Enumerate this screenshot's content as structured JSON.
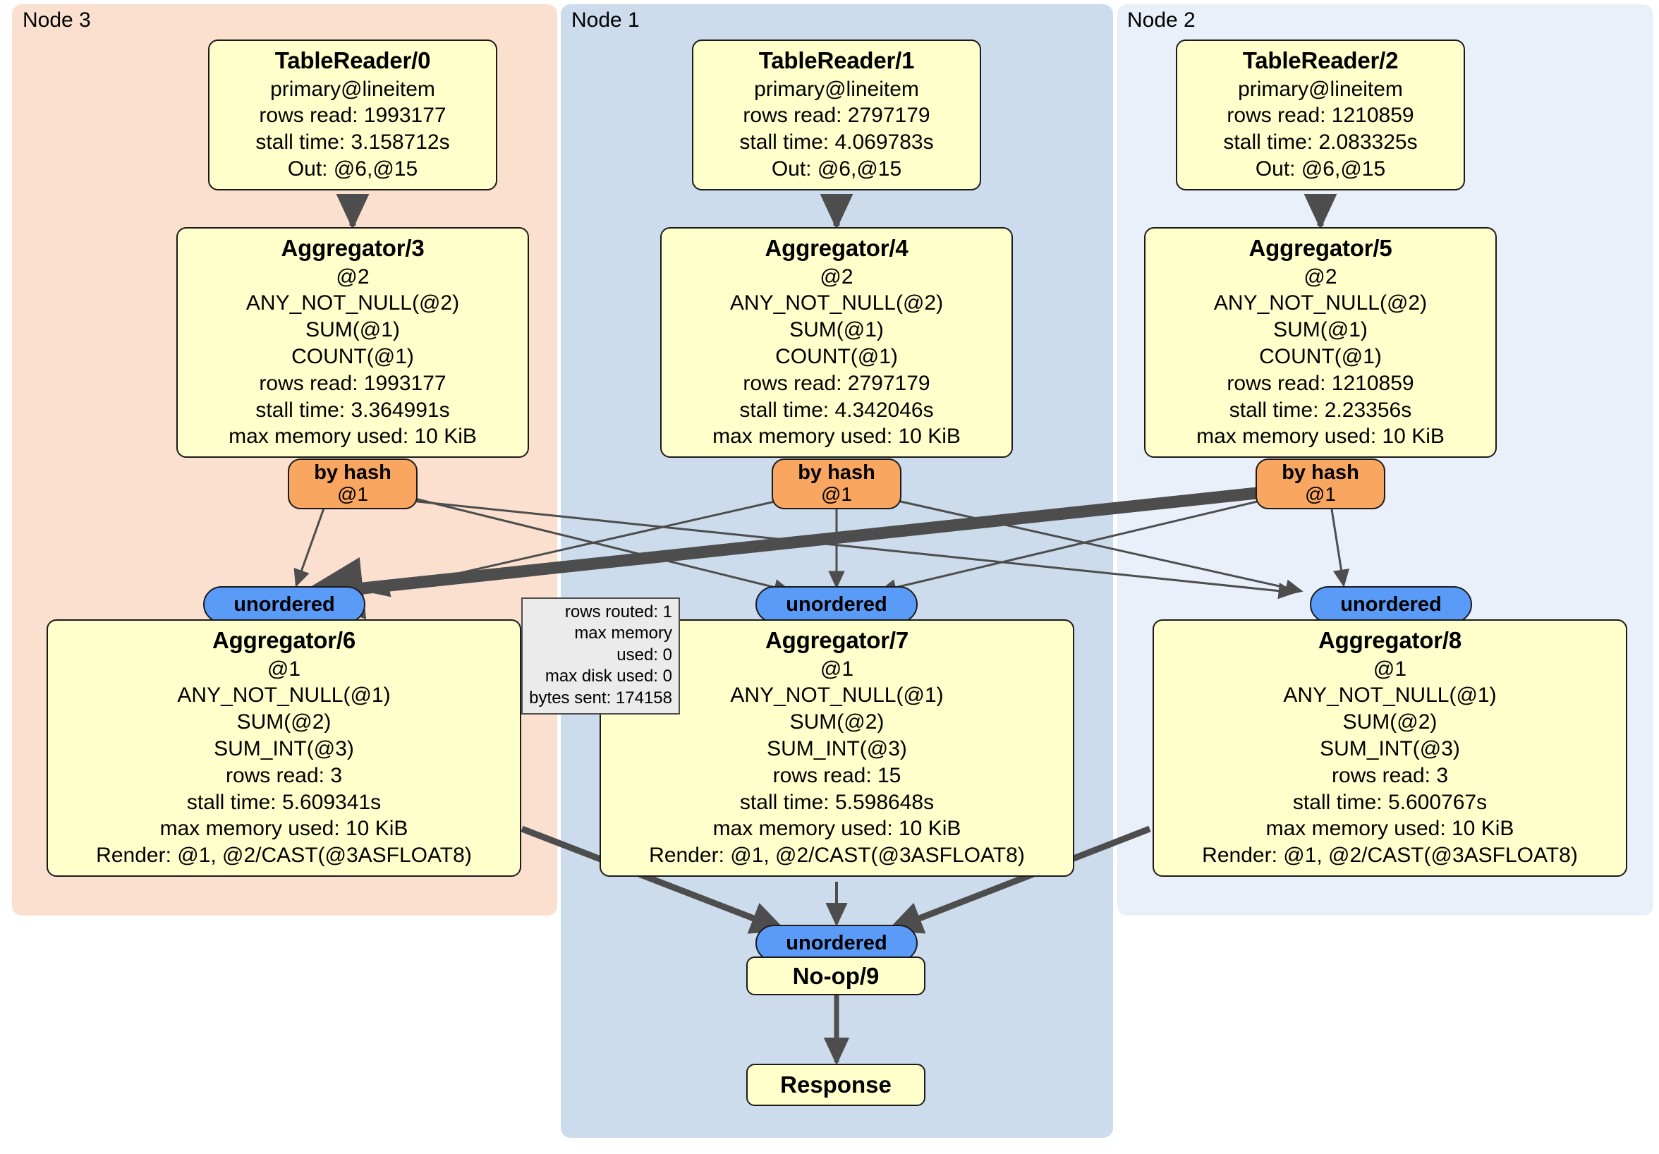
{
  "diagram": {
    "type": "distributed-query-execution-plan",
    "clusters": [
      {
        "id": "node3",
        "label": "Node 3",
        "color": "#fbe0d0"
      },
      {
        "id": "node1",
        "label": "Node 1",
        "color": "#ccdcec"
      },
      {
        "id": "node2",
        "label": "Node 2",
        "color": "#eaf0fa"
      }
    ],
    "colors": {
      "node_fill": "#ffffcc",
      "node_stroke": "#1a1a1a",
      "hash_fill": "#f9a661",
      "unordered_fill": "#5b9bf8",
      "tooltip_fill": "#ebebeb",
      "edge": "#4d4d4d",
      "background": "#ffffff"
    },
    "table_readers": [
      {
        "title": "TableReader/0",
        "lines": [
          "primary@lineitem",
          "rows read: 1993177",
          "stall time: 3.158712s",
          "Out: @6,@15"
        ]
      },
      {
        "title": "TableReader/1",
        "lines": [
          "primary@lineitem",
          "rows read: 2797179",
          "stall time: 4.069783s",
          "Out: @6,@15"
        ]
      },
      {
        "title": "TableReader/2",
        "lines": [
          "primary@lineitem",
          "rows read: 1210859",
          "stall time: 2.083325s",
          "Out: @6,@15"
        ]
      }
    ],
    "aggregators_mid": [
      {
        "title": "Aggregator/3",
        "lines": [
          "@2",
          "ANY_NOT_NULL(@2)",
          "SUM(@1)",
          "COUNT(@1)",
          "rows read: 1993177",
          "stall time: 3.364991s",
          "max memory used: 10 KiB"
        ]
      },
      {
        "title": "Aggregator/4",
        "lines": [
          "@2",
          "ANY_NOT_NULL(@2)",
          "SUM(@1)",
          "COUNT(@1)",
          "rows read: 2797179",
          "stall time: 4.342046s",
          "max memory used: 10 KiB"
        ]
      },
      {
        "title": "Aggregator/5",
        "lines": [
          "@2",
          "ANY_NOT_NULL(@2)",
          "SUM(@1)",
          "COUNT(@1)",
          "rows read: 1210859",
          "stall time: 2.23356s",
          "max memory used: 10 KiB"
        ]
      }
    ],
    "aggregators_bottom": [
      {
        "title": "Aggregator/6",
        "lines": [
          "@1",
          "ANY_NOT_NULL(@1)",
          "SUM(@2)",
          "SUM_INT(@3)",
          "rows read: 3",
          "stall time: 5.609341s",
          "max memory used: 10 KiB",
          "Render: @1, @2/CAST(@3ASFLOAT8)"
        ]
      },
      {
        "title": "Aggregator/7",
        "lines": [
          "@1",
          "ANY_NOT_NULL(@1)",
          "SUM(@2)",
          "SUM_INT(@3)",
          "rows read: 15",
          "stall time: 5.598648s",
          "max memory used: 10 KiB",
          "Render: @1, @2/CAST(@3ASFLOAT8)"
        ]
      },
      {
        "title": "Aggregator/8",
        "lines": [
          "@1",
          "ANY_NOT_NULL(@1)",
          "SUM(@2)",
          "SUM_INT(@3)",
          "rows read: 3",
          "stall time: 5.600767s",
          "max memory used: 10 KiB",
          "Render: @1, @2/CAST(@3ASFLOAT8)"
        ]
      }
    ],
    "hash_routers": [
      {
        "label": "by hash",
        "sublabel": "@1"
      },
      {
        "label": "by hash",
        "sublabel": "@1"
      },
      {
        "label": "by hash",
        "sublabel": "@1"
      }
    ],
    "unordered_synchronizers": [
      {
        "label": "unordered"
      },
      {
        "label": "unordered"
      },
      {
        "label": "unordered"
      },
      {
        "label": "unordered"
      }
    ],
    "edge_tooltip": {
      "lines": [
        "rows routed: 1",
        "max memory used: 0",
        "max disk used: 0",
        "bytes sent: 174158"
      ]
    },
    "terminal_nodes": {
      "noop": "No-op/9",
      "response": "Response"
    }
  }
}
